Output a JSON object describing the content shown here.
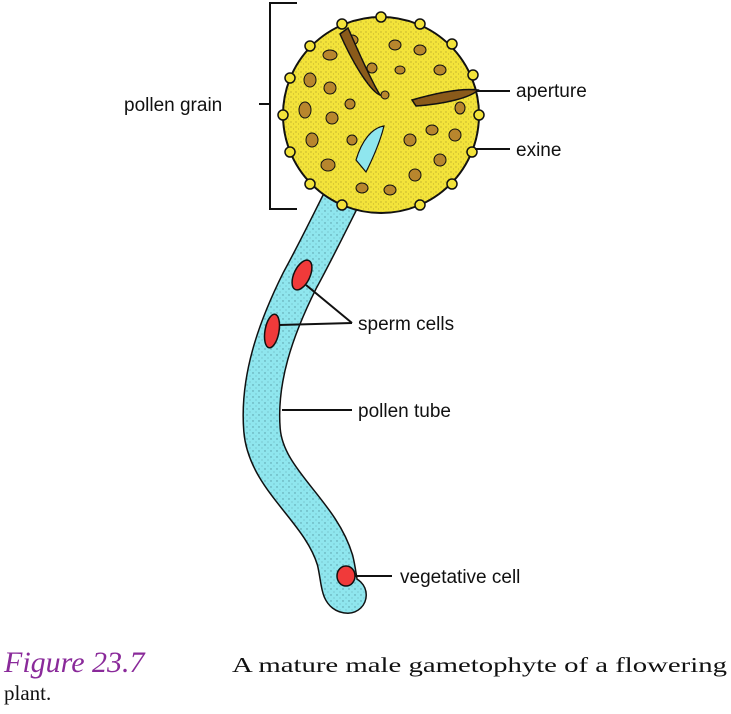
{
  "labels": {
    "pollen_grain": "pollen grain",
    "aperture": "aperture",
    "exine": "exine",
    "sperm_cells": "sperm cells",
    "pollen_tube": "pollen tube",
    "vegetative_cell": "vegetative cell"
  },
  "caption": {
    "figure_number": "Figure 23.7",
    "line1": "A mature male gametophyte of a flowering",
    "line2": "plant."
  },
  "colors": {
    "grain_fill": "#f3e33a",
    "grain_pits": "#b8862d",
    "tube_fill": "#8fe6ee",
    "cell_fill": "#f03a3a",
    "caption_accent": "#8a2a9a",
    "line": "#111111"
  }
}
